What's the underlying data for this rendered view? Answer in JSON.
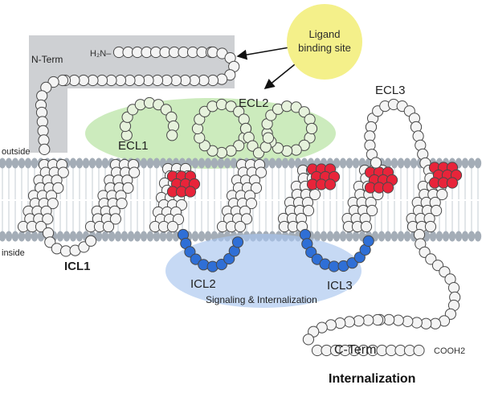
{
  "labels": {
    "n_term": "N-Term",
    "h2n": "H₂N–",
    "ligand_line1": "Ligand",
    "ligand_line2": "binding site",
    "ecl1": "ECL1",
    "ecl2": "ECL2",
    "ecl3": "ECL3",
    "icl1": "ICL1",
    "icl2": "ICL2",
    "icl3": "ICL3",
    "outside": "outside",
    "inside": "inside",
    "signaling": "Signaling & Internalization",
    "c_term": "C-Term",
    "cooh": "COOH2",
    "internalization": "Internalization"
  },
  "colors": {
    "residue_fill": "#f4f4f4",
    "residue_stroke": "#4a4a4a",
    "ecl_residue_fill": "#e6f2dc",
    "red_residue": "#e8243a",
    "blue_residue": "#2f6fd6",
    "membrane_head": "#a4adb7",
    "membrane_tail": "#c5ccd3",
    "green_ellipse": "#b7e2a1",
    "blue_ellipse": "#a8c4ee",
    "nterm_box": "#c9cbce",
    "ligand_circle": "#f4f08a"
  }
}
